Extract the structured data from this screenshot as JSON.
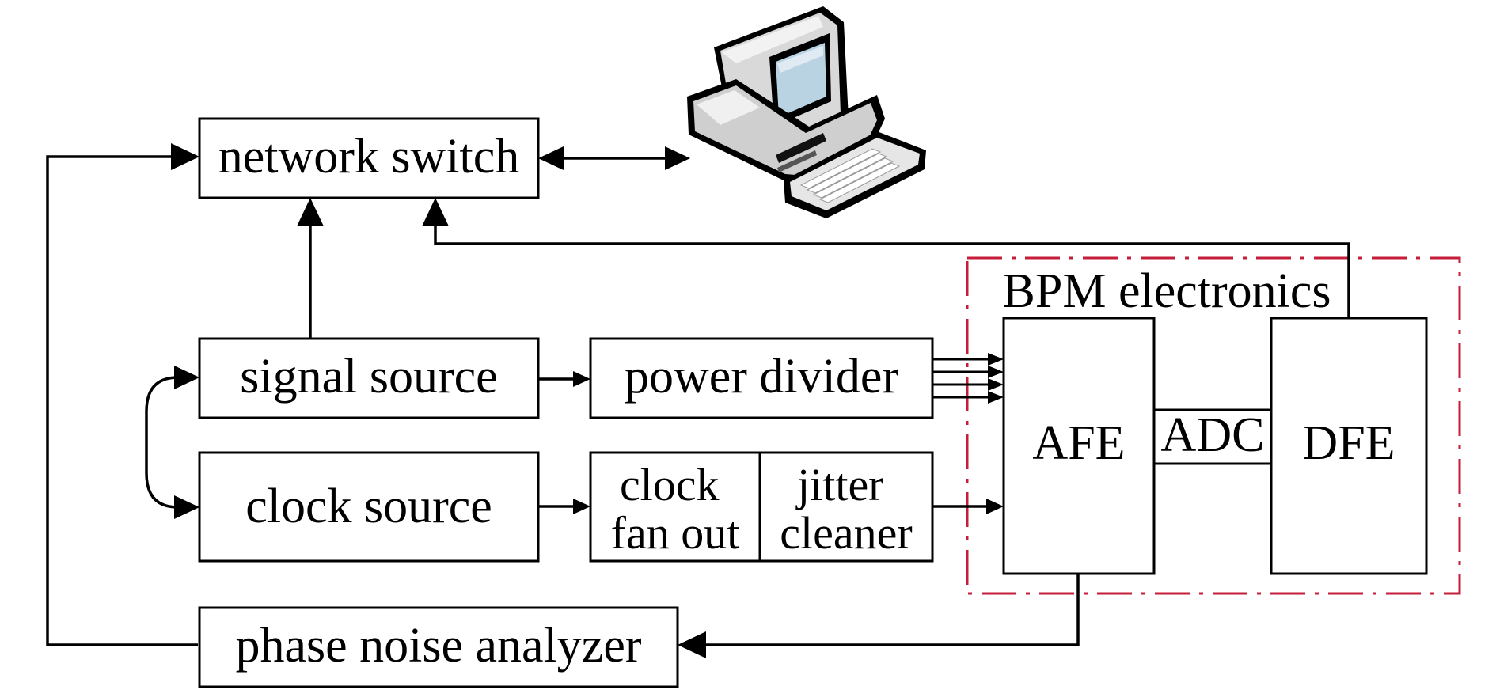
{
  "colors": {
    "bpm_border": "#c41e3a",
    "line": "#000000"
  },
  "blocks": {
    "network_switch": "network switch",
    "signal_source": "signal source",
    "clock_source": "clock source",
    "power_divider": "power divider",
    "clock_fan_out": [
      "clock",
      "fan out"
    ],
    "jitter_cleaner": [
      "jitter",
      "cleaner"
    ],
    "phase_noise_analyzer": "phase noise analyzer",
    "bpm_electronics": "BPM electronics",
    "afe": "AFE",
    "adc": "ADC",
    "dfe": "DFE"
  },
  "icons": {
    "computer": "computer-icon"
  }
}
